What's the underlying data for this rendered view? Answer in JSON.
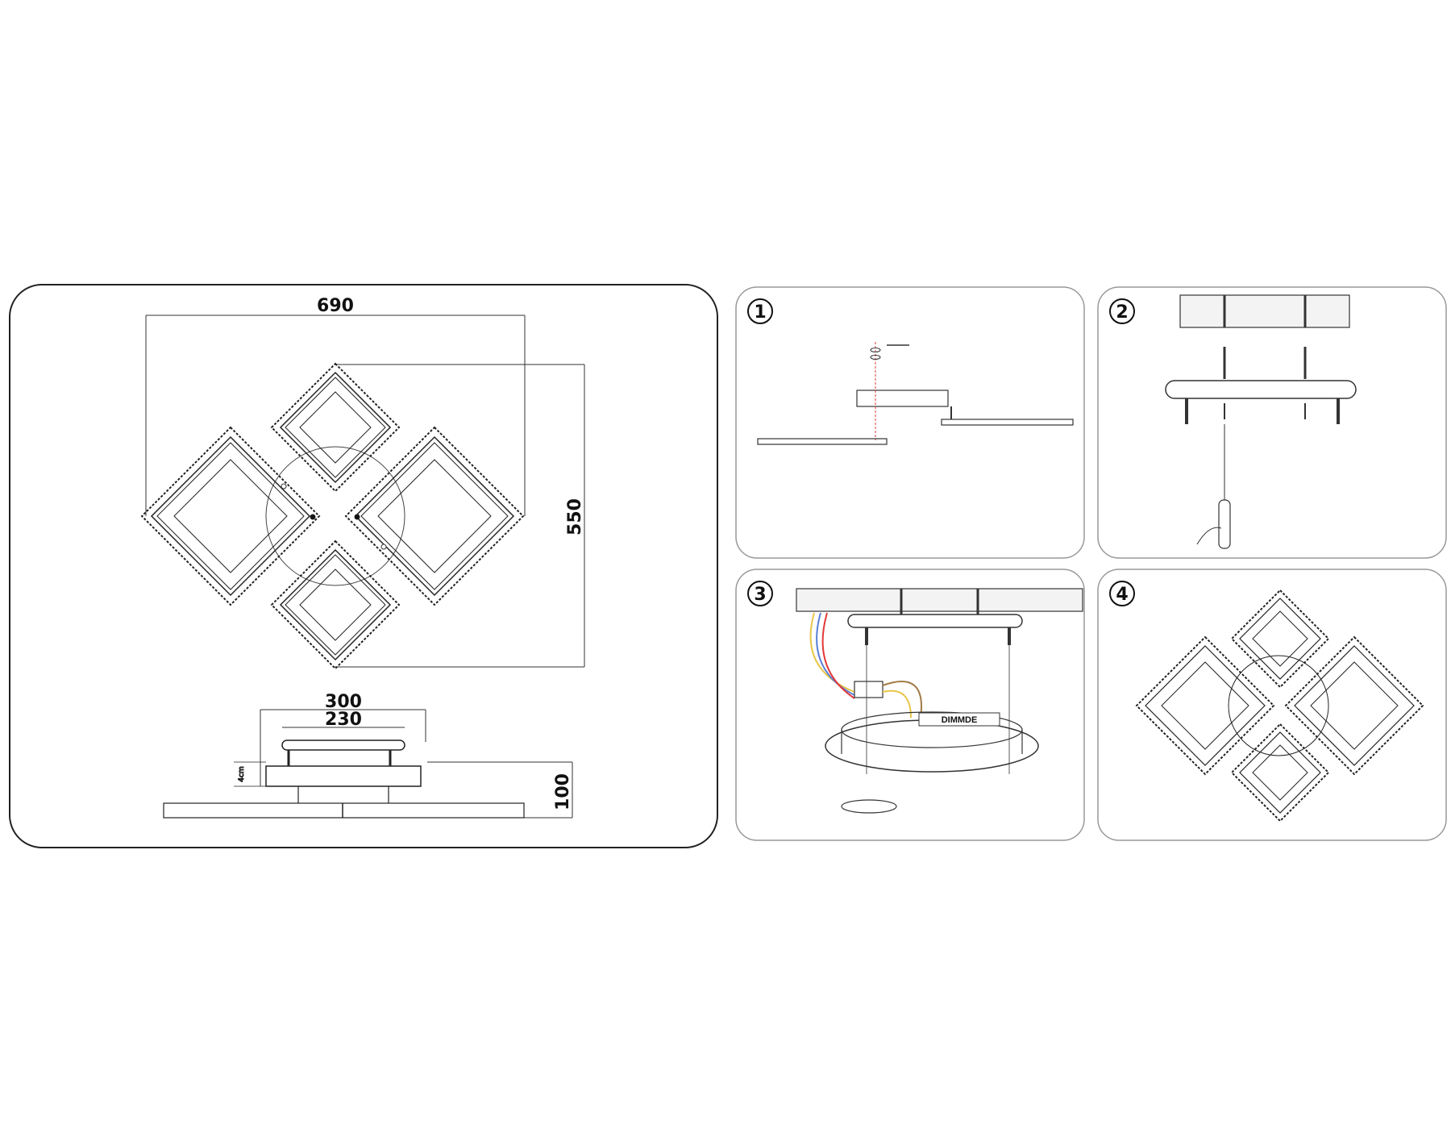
{
  "dimensions": {
    "width": "690",
    "height": "550",
    "outer": "300",
    "inner": "230",
    "depth": "100",
    "gap": "4cm"
  },
  "steps": [
    {
      "number": "1"
    },
    {
      "number": "2"
    },
    {
      "number": "3",
      "driver_label": "DIMMDE"
    },
    {
      "number": "4"
    }
  ],
  "colors": {
    "line": "#222222",
    "panel_border": "#888888",
    "wire_red": "#e23b3b",
    "wire_yellow": "#e8c64a",
    "wire_blue": "#5b7fd6",
    "wire_brown": "#a07a45"
  }
}
